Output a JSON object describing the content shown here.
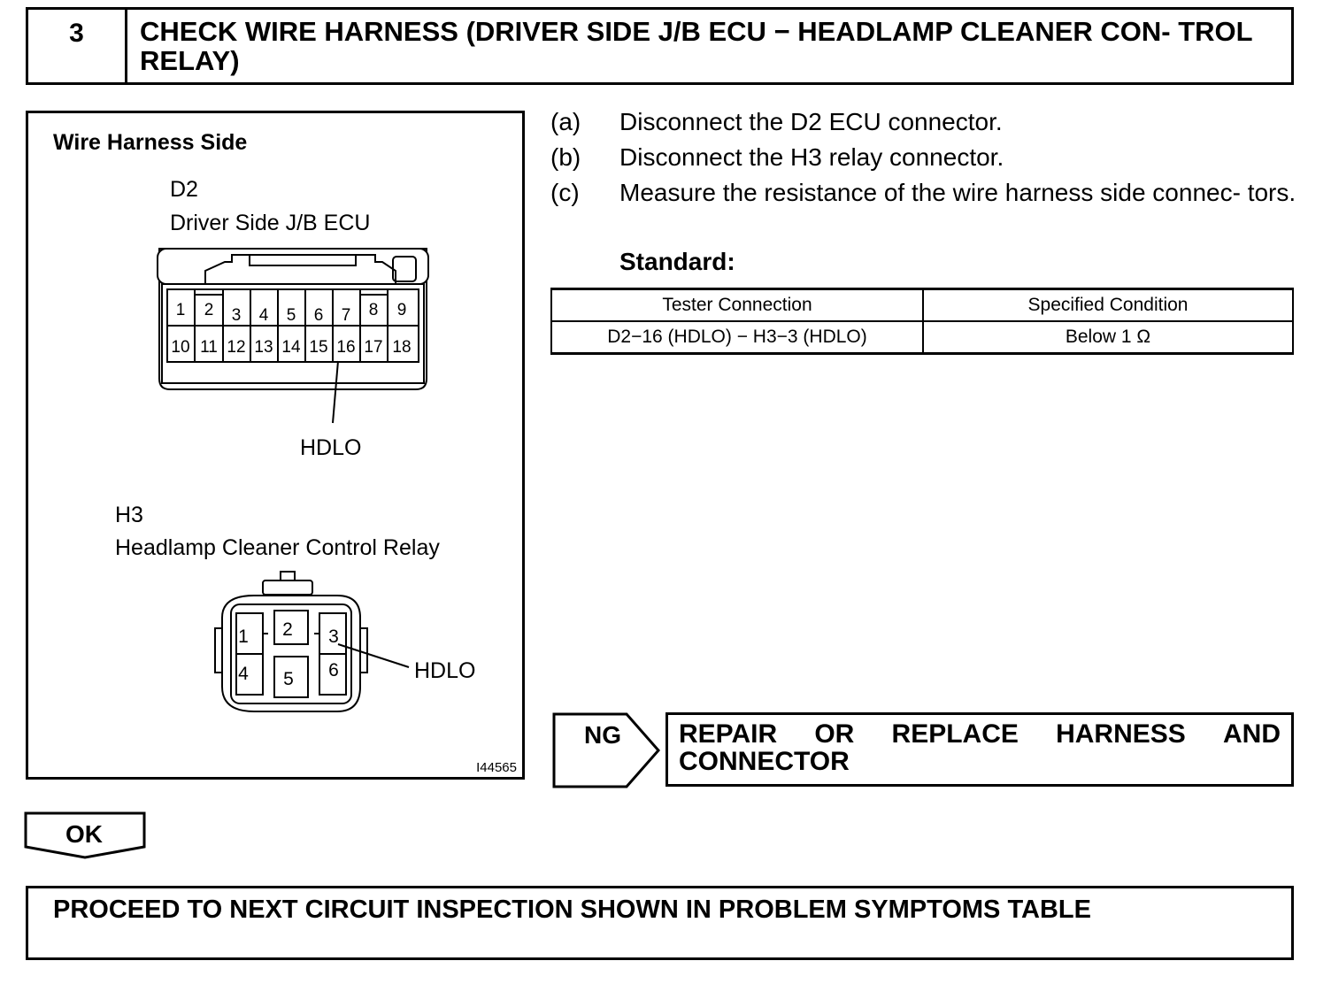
{
  "step": {
    "number": "3",
    "title": "CHECK WIRE HARNESS (DRIVER SIDE J/B ECU − HEADLAMP CLEANER CON- TROL RELAY)"
  },
  "diagram": {
    "heading": "Wire Harness Side",
    "d2": {
      "code": "D2",
      "name": "Driver Side J/B ECU",
      "pins_top": [
        "1",
        "2",
        "3",
        "4",
        "5",
        "6",
        "7",
        "8",
        "9"
      ],
      "pins_bottom": [
        "10",
        "11",
        "12",
        "13",
        "14",
        "15",
        "16",
        "17",
        "18"
      ],
      "callout": "HDLO"
    },
    "h3": {
      "code": "H3",
      "name": "Headlamp Cleaner Control Relay",
      "pins": [
        "1",
        "2",
        "3",
        "4",
        "5",
        "6"
      ],
      "callout": "HDLO"
    },
    "figure_id": "I44565"
  },
  "instructions": [
    {
      "label": "(a)",
      "text": "Disconnect the D2 ECU connector."
    },
    {
      "label": "(b)",
      "text": "Disconnect the H3 relay connector."
    },
    {
      "label": "(c)",
      "text": "Measure the resistance of the wire harness side connec- tors."
    }
  ],
  "standard_label": "Standard:",
  "spec_table": {
    "headers": [
      "Tester Connection",
      "Specified Condition"
    ],
    "rows": [
      [
        "D2−16 (HDLO) − H3−3 (HDLO)",
        "Below 1 Ω"
      ]
    ]
  },
  "ng": {
    "label": "NG",
    "result_words": [
      "REPAIR",
      "OR",
      "REPLACE",
      "HARNESS",
      "AND"
    ],
    "result_line2": "CONNECTOR"
  },
  "ok": {
    "label": "OK"
  },
  "proceed": "PROCEED TO NEXT CIRCUIT INSPECTION SHOWN IN PROBLEM SYMPTOMS TABLE"
}
